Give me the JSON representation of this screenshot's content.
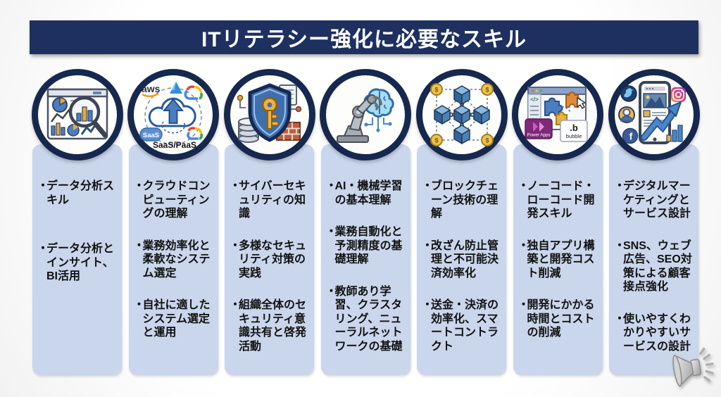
{
  "title": "ITリテラシー強化に必要なスキル",
  "ui": {
    "bullet": "・"
  },
  "colors": {
    "banner_navy": "#1d3060",
    "ring_navy": "#16284e",
    "column_bg": "#c9d6eb",
    "accent_blue": "#4a7ebf",
    "gold": "#eebf4d",
    "text": "#111111"
  },
  "columns": [
    {
      "topic": "data-analysis",
      "items": [
        "データ分析スキル",
        "データ分析とインサイト、BI活用"
      ]
    },
    {
      "topic": "cloud-computing",
      "icon_text": {
        "aws": "aws",
        "saas_badge": "SaaS",
        "caption": "SaaS/PaaS"
      },
      "items": [
        "クラウドコンピューティングの理解",
        "業務効率化と柔軟なシステム選定",
        "自社に適したシステム選定と運用"
      ]
    },
    {
      "topic": "cybersecurity",
      "items": [
        "サイバーセキュリティの知識",
        "多様なセキュリティ対策の実践",
        "組織全体のセキュリティ意識共有と啓発活動"
      ]
    },
    {
      "topic": "ai-machine-learning",
      "items": [
        "AI・機械学習の基本理解",
        "業務自動化と予測精度の基礎理解",
        "教師あり学習、クラスタリング、ニューラルネットワークの基礎"
      ]
    },
    {
      "topic": "blockchain",
      "icon_text": {
        "coin": "$"
      },
      "items": [
        "ブロックチェーン技術の理解",
        "改ざん防止管理と不可能決済効率化",
        "送金・決済の効率化、スマートコントラクト"
      ]
    },
    {
      "topic": "nocode-lowcode",
      "icon_text": {
        "code_glyph": "</>",
        "power_apps": "Power Apps",
        "bubble_b": ".b",
        "bubble": "bubble"
      },
      "items": [
        "ノーコード・ローコード開発スキル",
        "独自アプリ構築と開発コスト削減",
        "開発にかかる時間とコストの削減"
      ]
    },
    {
      "topic": "digital-marketing",
      "icon_text": {
        "facebook_f": "f"
      },
      "items": [
        "デジタルマーケティングとサービス設計",
        "SNS、ウェブ広告、SEO対策による顧客接点強化",
        "使いやすくわかりやすいサービスの設計"
      ]
    }
  ]
}
